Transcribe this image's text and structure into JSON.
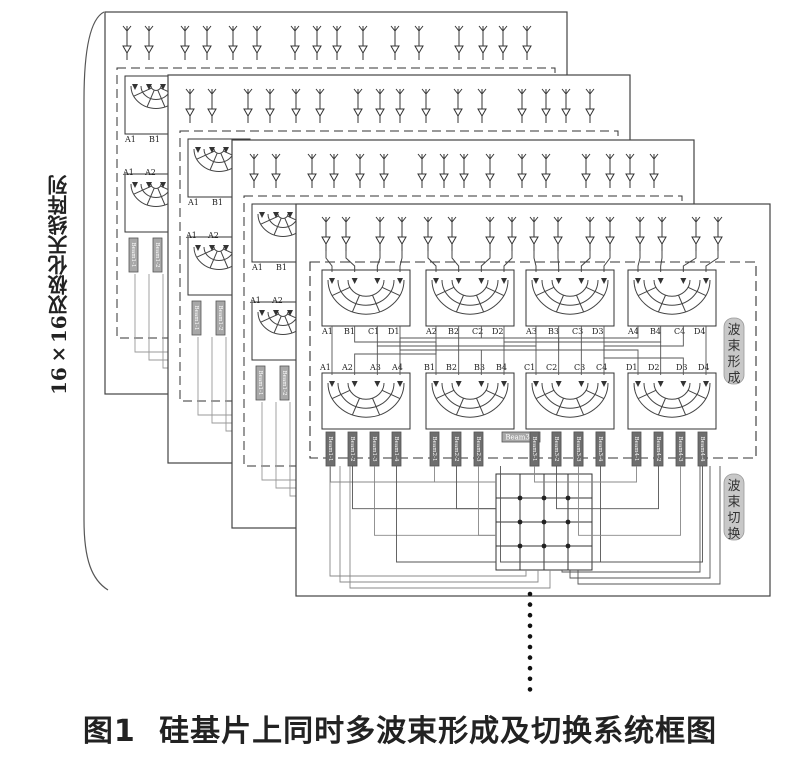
{
  "side_label": "16×16双极化天线阵列",
  "caption": {
    "number": "图1",
    "title": "硅基片上同时多波束形成及切换系统框图"
  },
  "beamforming_label": "波束形成",
  "switching_label": "波束切换",
  "upper_ports": [
    "A1",
    "B1",
    "C1",
    "D1",
    "A2",
    "B2",
    "C2",
    "D2",
    "A3",
    "B3",
    "C3",
    "D3",
    "A4",
    "B4",
    "C4",
    "D4"
  ],
  "lower_ports": [
    "A1",
    "A2",
    "A3",
    "A4",
    "B1",
    "B2",
    "B3",
    "B4",
    "C1",
    "C2",
    "C3",
    "C4",
    "D1",
    "D2",
    "D3",
    "D4"
  ],
  "beams": [
    "Beam1-1",
    "Beam1-2",
    "Beam1-3",
    "Beam1-4",
    "Beam2-1",
    "Beam2-2",
    "Beam2-3",
    "Beam3-4",
    "Beam3-1",
    "Beam3-2",
    "Beam3-3",
    "Beam3-4",
    "Beam4-1",
    "Beam4-2",
    "Beam4-3",
    "Beam4-4"
  ],
  "back_layers": [
    {
      "upper_ports": [
        "A1",
        "B1"
      ],
      "lower_ports": [
        "A1",
        "A2"
      ],
      "beams": [
        "Beam1-1",
        "Beam1-2"
      ]
    },
    {
      "upper_ports": [
        "A1",
        "B1"
      ],
      "lower_ports": [
        "A1",
        "A2"
      ],
      "beams": [
        "Beam1-1",
        "Beam1-2"
      ]
    },
    {
      "upper_ports": [
        "A1",
        "B1"
      ],
      "lower_ports": [
        "A1",
        "A2"
      ],
      "beams": [
        "Beam1-1",
        "Beam1-2"
      ]
    }
  ]
}
